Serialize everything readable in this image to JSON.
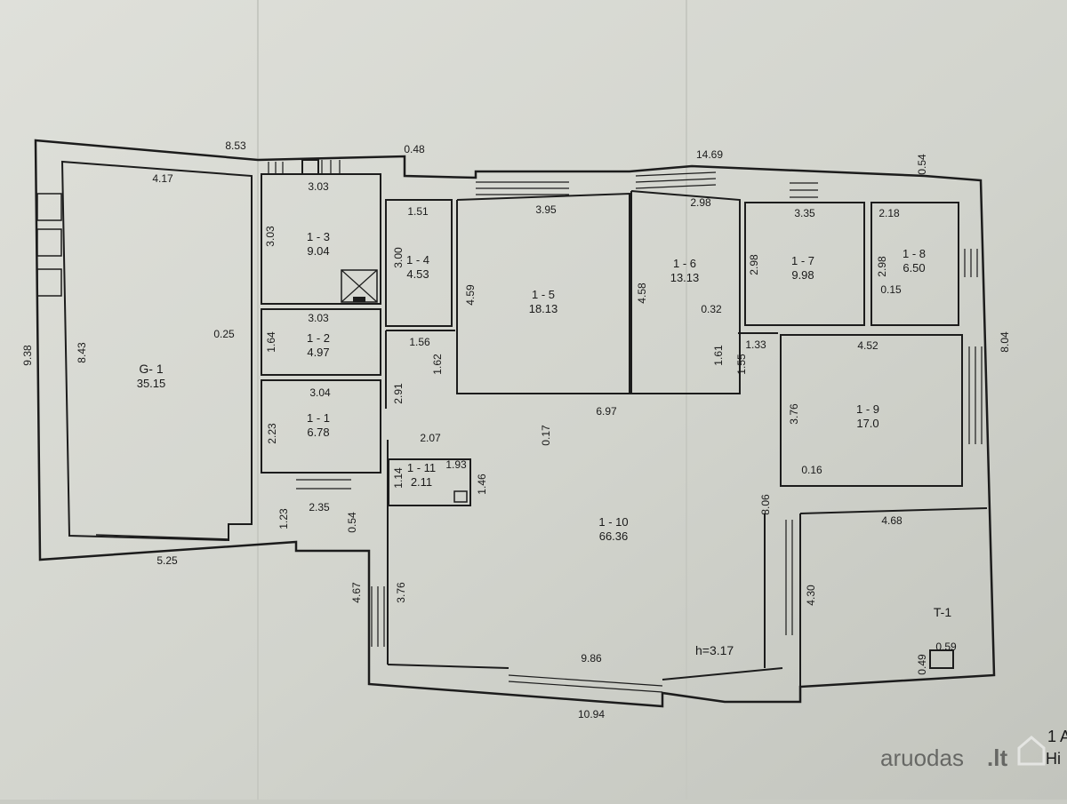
{
  "plan": {
    "rooms": [
      {
        "id": "G- 1",
        "area": "35.15"
      },
      {
        "id": "1 - 3",
        "area": "9.04"
      },
      {
        "id": "1 - 2",
        "area": "4.97"
      },
      {
        "id": "1 - 1",
        "area": "6.78"
      },
      {
        "id": "1 - 4",
        "area": "4.53"
      },
      {
        "id": "1 - 5",
        "area": "18.13"
      },
      {
        "id": "1 - 6",
        "area": "13.13"
      },
      {
        "id": "1 - 7",
        "area": "9.98"
      },
      {
        "id": "1 - 8",
        "area": "6.50"
      },
      {
        "id": "1 - 9",
        "area": "17.0"
      },
      {
        "id": "1 - 10",
        "area": "66.36"
      },
      {
        "id": "1 - 11",
        "area": "2.11"
      },
      {
        "id": "T-1",
        "area": ""
      }
    ],
    "dims": [
      "8.53",
      "0.48",
      "14.69",
      "0.54",
      "4.17",
      "3.03",
      "3.03",
      "1.51",
      "3.00",
      "3.95",
      "4.59",
      "2.98",
      "4.58",
      "0.32",
      "3.35",
      "2.98",
      "2.18",
      "2.98",
      "0.15",
      "9.38",
      "8.43",
      "0.25",
      "3.03",
      "1.64",
      "1.56",
      "1.62",
      "1.61",
      "1.55",
      "1.33",
      "4.52",
      "8.04",
      "2.91",
      "3.04",
      "2.23",
      "0.17",
      "6.97",
      "3.76",
      "0.16",
      "2.07",
      "1.93",
      "1.14",
      "1.46",
      "8.06",
      "4.68",
      "2.35",
      "0.54",
      "1.23",
      "5.25",
      "4.67",
      "3.76",
      "4.30",
      "0.59",
      "0.49",
      "9.86",
      "10.94"
    ],
    "height_note": "h=3.17",
    "watermark": {
      "brand": "aruodas",
      "tld": ".lt"
    },
    "edge_text": [
      "1 A",
      "Hi"
    ]
  }
}
